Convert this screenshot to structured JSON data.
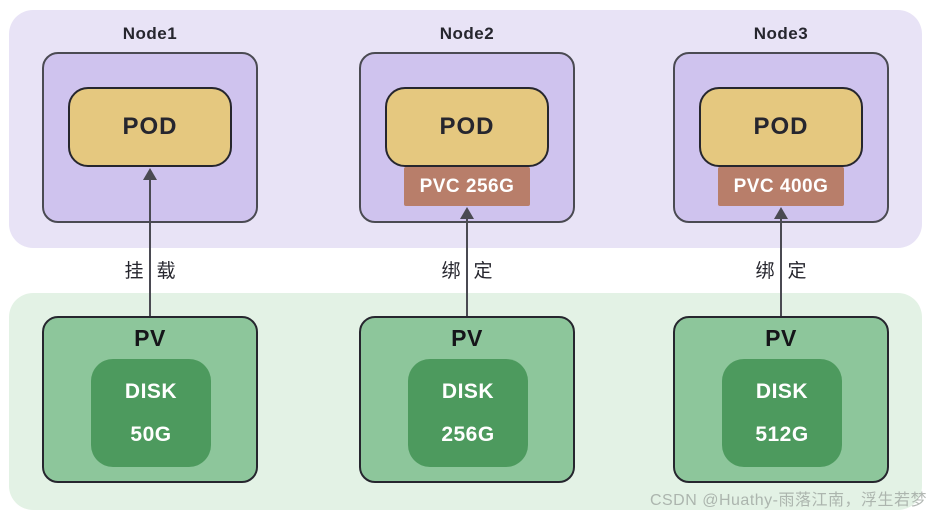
{
  "diagram": {
    "columns": [
      {
        "title": "Node1",
        "pod_label": "POD",
        "pvc_label": "",
        "link_label": "挂载",
        "pv_label": "PV",
        "disk_label": "DISK",
        "disk_size": "50G"
      },
      {
        "title": "Node2",
        "pod_label": "POD",
        "pvc_label": "PVC 256G",
        "link_label": "绑定",
        "pv_label": "PV",
        "disk_label": "DISK",
        "disk_size": "256G"
      },
      {
        "title": "Node3",
        "pod_label": "POD",
        "pvc_label": "PVC 400G",
        "link_label": "绑定",
        "pv_label": "PV",
        "disk_label": "DISK",
        "disk_size": "512G"
      }
    ],
    "watermark": "CSDN @Huathy-雨落江南，浮生若梦",
    "colors": {
      "node_band": "#e8e3f6",
      "node_fill": "#cfc3ee",
      "node_border": "#4a4a52",
      "pod_fill": "#e5c87f",
      "pvc_fill": "#b87e6a",
      "storage_band": "#e3f2e5",
      "pv_fill": "#8dc69b",
      "disk_fill": "#4d9a5e",
      "arrow": "#4a4a52",
      "text_dark": "#26262e",
      "text_light": "#ffffff"
    }
  }
}
